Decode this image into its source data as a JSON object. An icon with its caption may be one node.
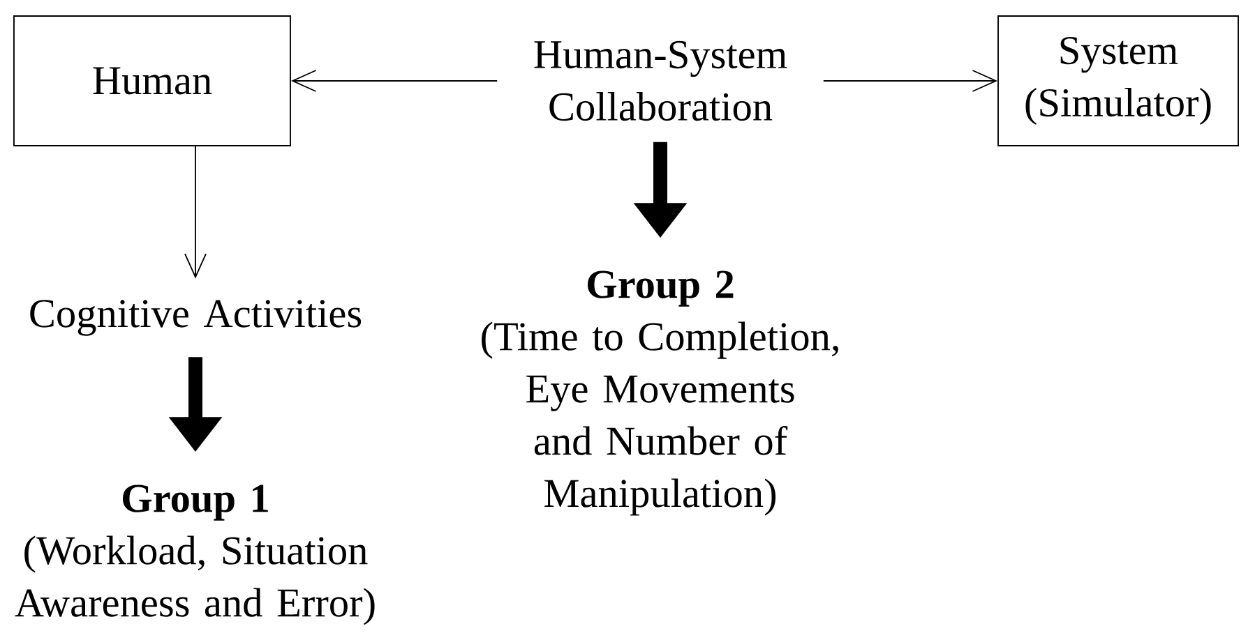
{
  "diagram": {
    "nodes": [
      {
        "text": [
          "Human"
        ]
      },
      {
        "text": [
          "Human-System Collaboration"
        ]
      },
      {
        "text": [
          "System (Simulator)"
        ]
      },
      {
        "text": [
          "Cognitive Activities"
        ]
      },
      {
        "text": [
          "Group 1",
          "(Workload, Situation Awareness and Error)"
        ]
      },
      {
        "text": [
          "Group 2",
          "(Time to Completion, Eye Movements and Number of Manipulation)"
        ]
      }
    ],
    "edges": [
      {
        "from": 1,
        "to": 0,
        "arrow": "to"
      },
      {
        "from": 1,
        "to": 2,
        "arrow": "to"
      },
      {
        "from": 0,
        "to": 3,
        "arrow": "to"
      },
      {
        "from": 3,
        "to": 4,
        "arrow": "to",
        "style": "thick"
      },
      {
        "from": 1,
        "to": 5,
        "arrow": "to",
        "style": "thick"
      }
    ]
  }
}
